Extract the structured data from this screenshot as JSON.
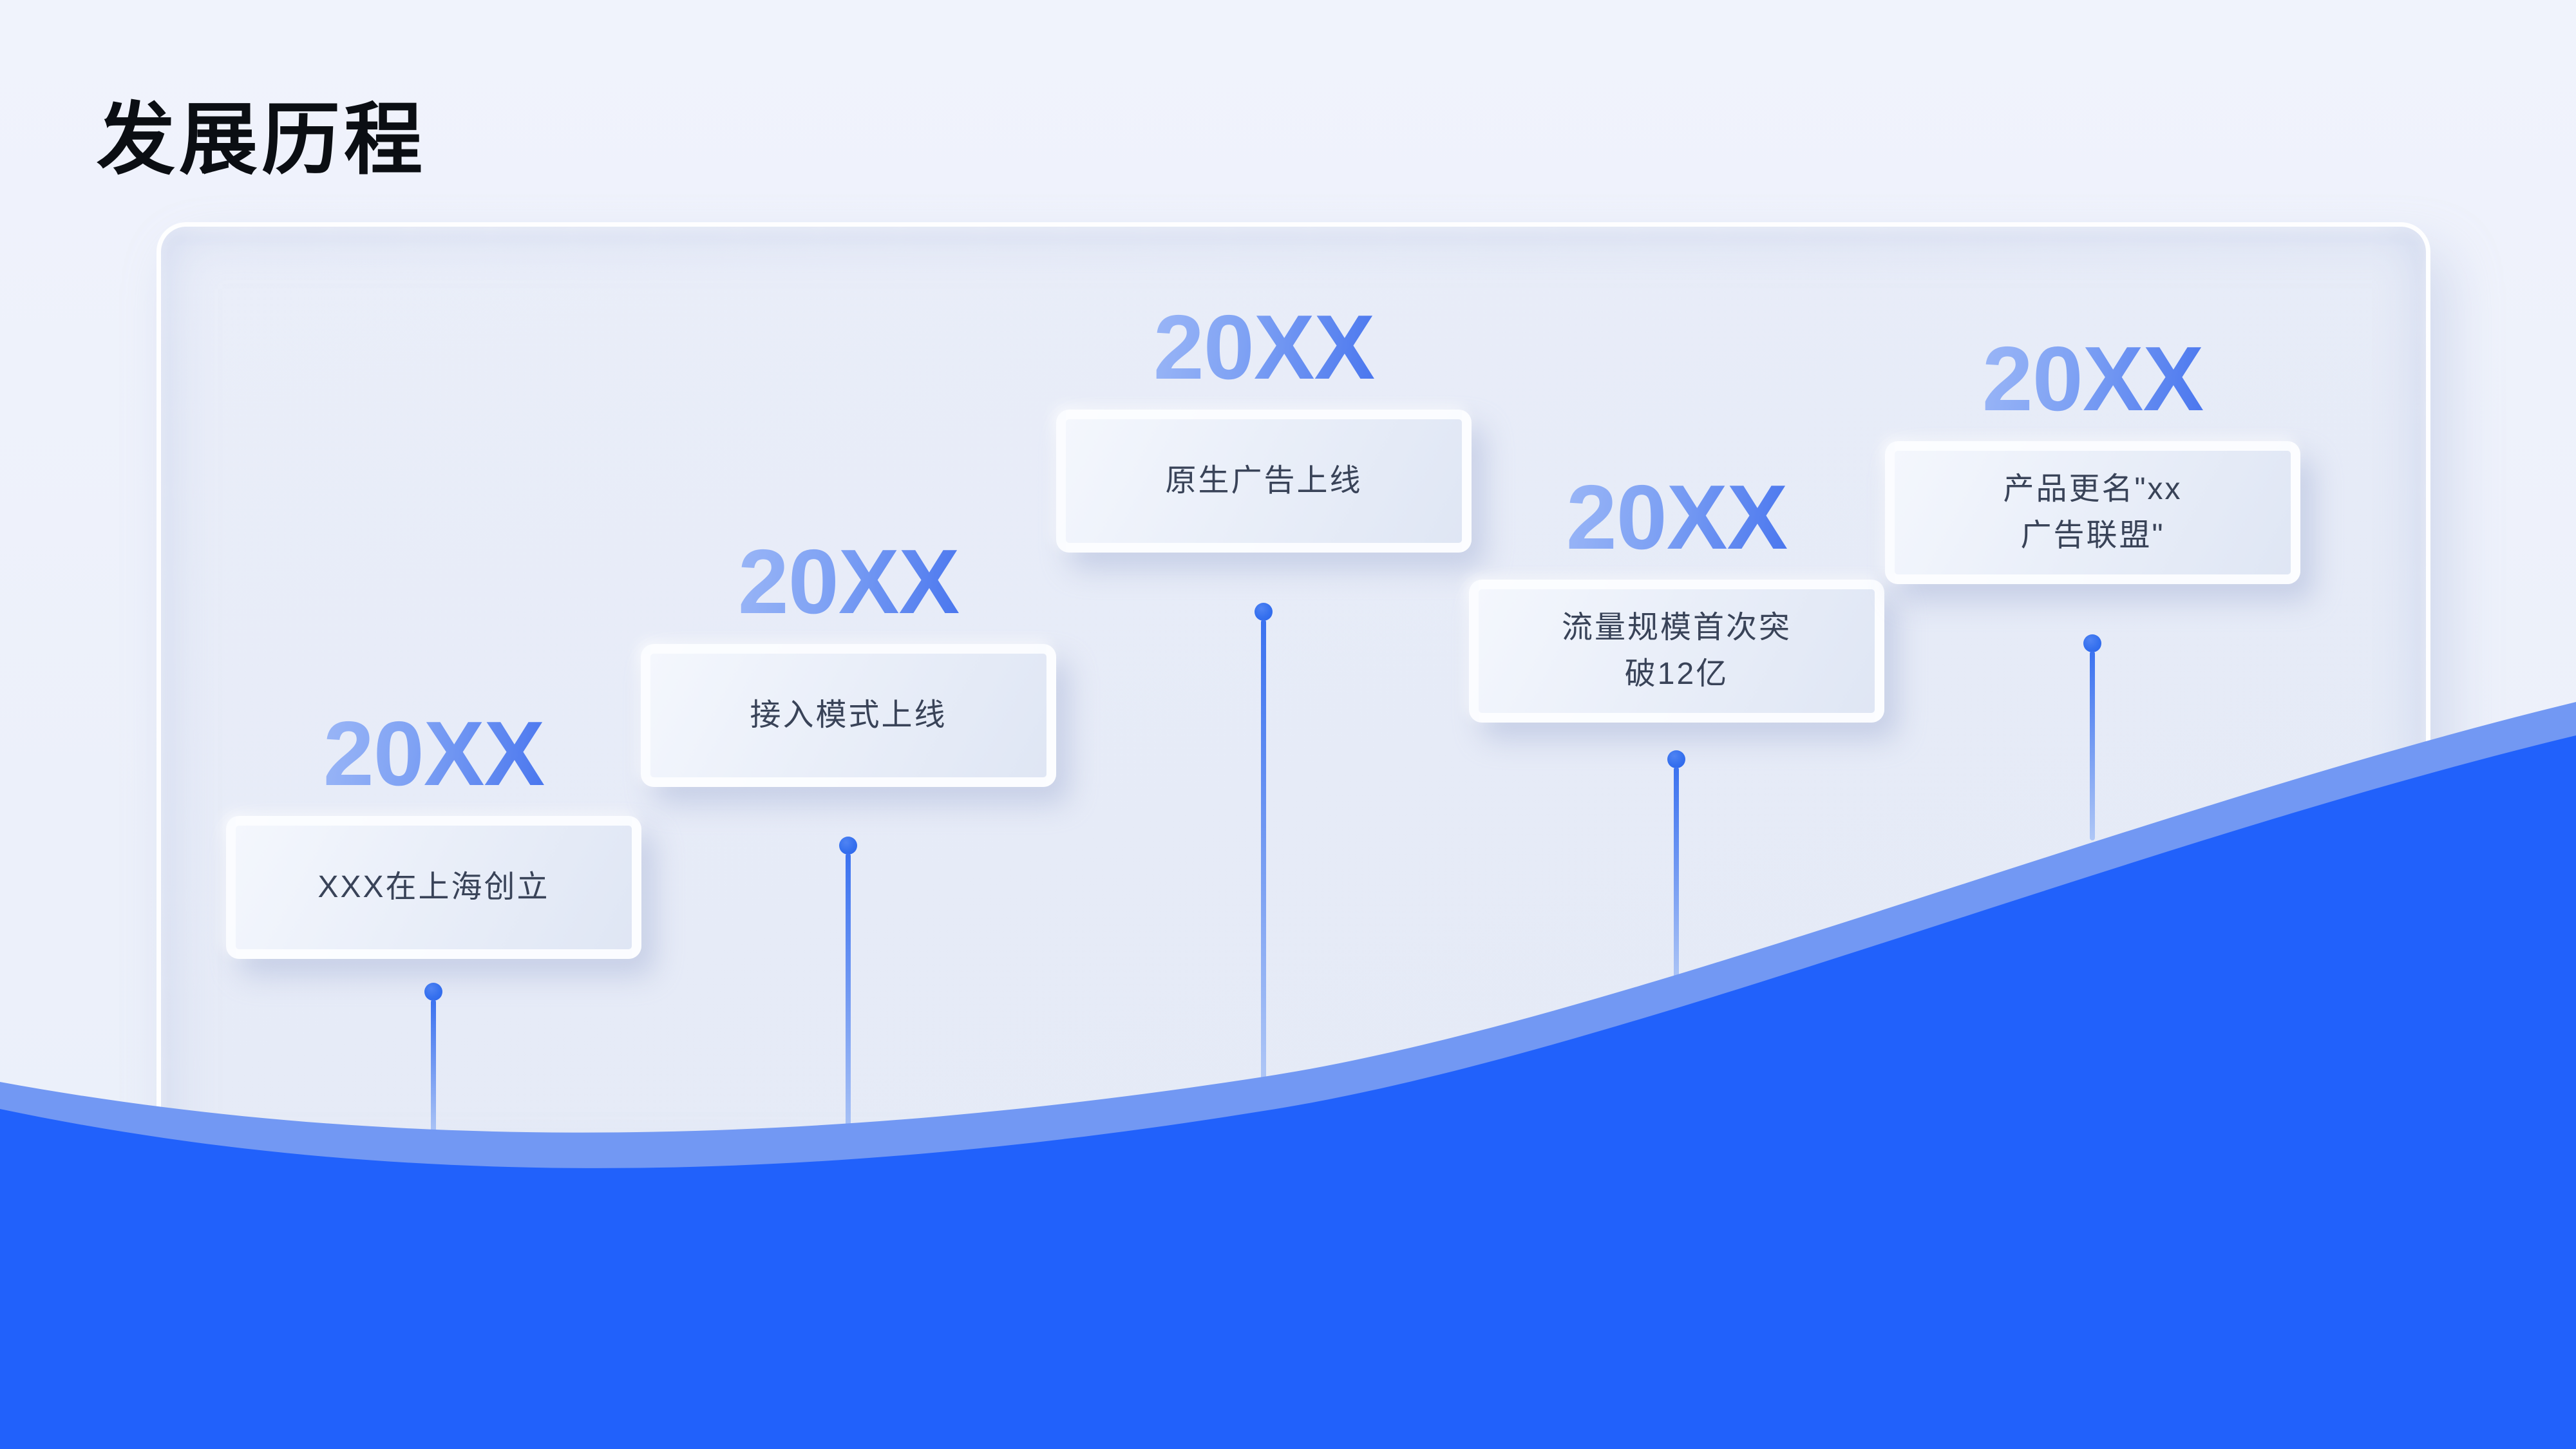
{
  "title": "发展历程",
  "milestones": [
    {
      "year": "20XX",
      "line1": "XXX在上海创立",
      "line2": ""
    },
    {
      "year": "20XX",
      "line1": "接入模式上线",
      "line2": ""
    },
    {
      "year": "20XX",
      "line1": "原生广告上线",
      "line2": ""
    },
    {
      "year": "20XX",
      "line1": "流量规模首次突",
      "line2": "破12亿"
    },
    {
      "year": "20XX",
      "line1": "产品更名\"xx",
      "line2": "广告联盟\""
    }
  ],
  "colors": {
    "background": "#EDF1FB",
    "panel_fill": "#E7EBF7",
    "card_border": "#FCFDFF",
    "card_text": "#394358",
    "title_text": "#0B0E13",
    "year_gradient_from": "#AFC5F8",
    "year_gradient_to": "#3565EC",
    "dot": "#3570EE",
    "wave_light": "#7298F3",
    "wave_dark": "#2161FB"
  }
}
